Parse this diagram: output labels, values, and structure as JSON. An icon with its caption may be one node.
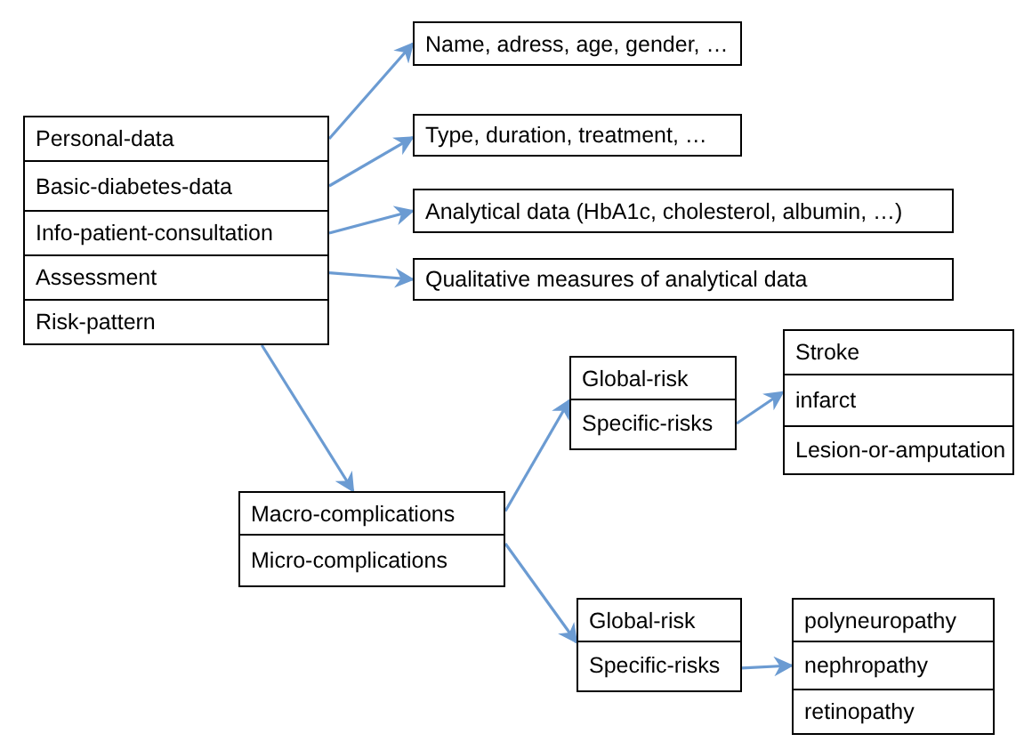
{
  "diagram": {
    "nodes": [
      {
        "text": [
          "Personal-data"
        ]
      },
      {
        "text": [
          "Basic-diabetes-data"
        ]
      },
      {
        "text": [
          "Info-patient-consultation"
        ]
      },
      {
        "text": [
          "Assessment"
        ]
      },
      {
        "text": [
          "Risk-pattern"
        ]
      },
      {
        "text": [
          "Name, adress, age, gender, …"
        ]
      },
      {
        "text": [
          "Type, duration, treatment, …"
        ]
      },
      {
        "text": [
          "Analytical data (HbA1c, cholesterol, albumin, …)"
        ]
      },
      {
        "text": [
          "Qualitative measures of analytical data"
        ]
      },
      {
        "text": [
          "Macro-complications"
        ]
      },
      {
        "text": [
          "Micro-complications"
        ]
      },
      {
        "text": [
          "Global-risk"
        ]
      },
      {
        "text": [
          "Specific-risks"
        ]
      },
      {
        "text": [
          "Stroke"
        ]
      },
      {
        "text": [
          "infarct"
        ]
      },
      {
        "text": [
          "Lesion-or-amputation"
        ]
      },
      {
        "text": [
          "Global-risk"
        ]
      },
      {
        "text": [
          "Specific-risks"
        ]
      },
      {
        "text": [
          "polyneuropathy"
        ]
      },
      {
        "text": [
          "nephropathy"
        ]
      },
      {
        "text": [
          "retinopathy"
        ]
      }
    ],
    "edges": [
      {
        "from": 0,
        "to": 5,
        "arrow": "to"
      },
      {
        "from": 1,
        "to": 6,
        "arrow": "to"
      },
      {
        "from": 2,
        "to": 7,
        "arrow": "to"
      },
      {
        "from": 3,
        "to": 8,
        "arrow": "to"
      },
      {
        "from": 4,
        "to": 9,
        "arrow": "to"
      },
      {
        "from": 9,
        "to": 11,
        "arrow": "to"
      },
      {
        "from": 12,
        "to": 14,
        "arrow": "to"
      },
      {
        "from": 10,
        "to": 16,
        "arrow": "to"
      },
      {
        "from": 17,
        "to": 19,
        "arrow": "to"
      }
    ]
  }
}
